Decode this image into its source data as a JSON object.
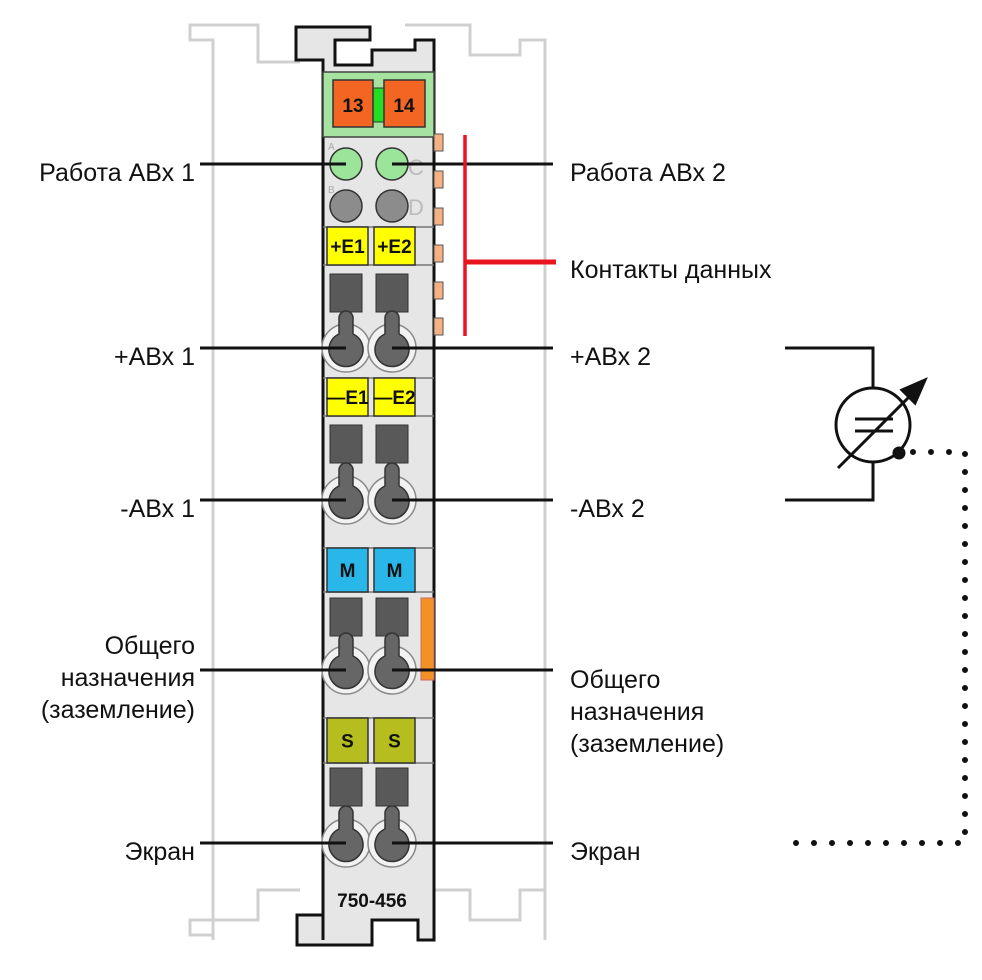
{
  "module": {
    "part_number": "750-456",
    "top_terminals": [
      "13",
      "14"
    ],
    "led_letters": [
      "A",
      "B",
      "C",
      "D"
    ],
    "plus_labels": [
      "+E1",
      "+E2"
    ],
    "minus_labels": [
      "—E1",
      "—E2"
    ],
    "common_labels": [
      "M",
      "M"
    ],
    "shield_labels": [
      "S",
      "S"
    ]
  },
  "labels_left": {
    "run1": "Работа АВх 1",
    "plus1": "+АВх 1",
    "minus1": "-АВх 1",
    "common": [
      "Общего",
      "назначения",
      "(заземление)"
    ],
    "shield": "Экран"
  },
  "labels_right": {
    "run2": "Работа АВх 2",
    "data_contacts": "Контакты данных",
    "plus2": "+АВх 2",
    "minus2": "-АВх 2",
    "common": [
      "Общего",
      "назначения",
      "(заземление)"
    ],
    "shield": "Экран"
  },
  "colors": {
    "terminal_orange": "#f26522",
    "header_green": "#a6e3a1",
    "led_green": "#9be59b",
    "plus_minus_yellow": "#ffff00",
    "common_blue": "#29b6e8",
    "shield_olive": "#b5be1e",
    "data_contact_red": "#e8141e"
  },
  "icons": {
    "meter": "adjustable-ac-dc-meter-icon"
  }
}
